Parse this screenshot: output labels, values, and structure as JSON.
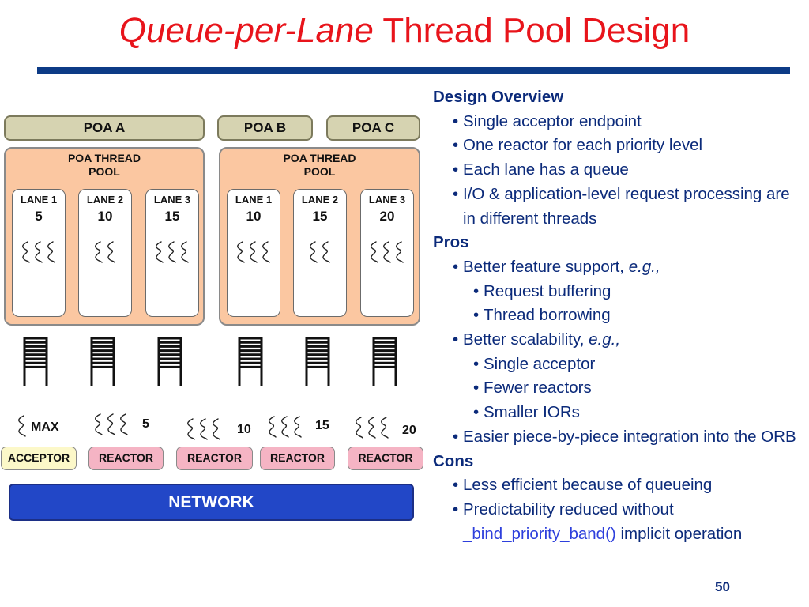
{
  "title": {
    "italic": "Queue-per-Lane",
    "rest": "Thread Pool Design"
  },
  "diagram": {
    "poa_tabs": [
      "POA A",
      "POA B",
      "POA C"
    ],
    "pools": [
      {
        "title_line1": "POA THREAD",
        "title_line2": "POOL",
        "lanes": [
          {
            "label": "LANE 1",
            "priority": "5",
            "threads": 3
          },
          {
            "label": "LANE 2",
            "priority": "10",
            "threads": 2
          },
          {
            "label": "LANE 3",
            "priority": "15",
            "threads": 3
          }
        ]
      },
      {
        "title_line1": "POA THREAD",
        "title_line2": "POOL",
        "lanes": [
          {
            "label": "LANE 1",
            "priority": "10",
            "threads": 3
          },
          {
            "label": "LANE 2",
            "priority": "15",
            "threads": 2
          },
          {
            "label": "LANE 3",
            "priority": "20",
            "threads": 3
          }
        ]
      }
    ],
    "queue_count": 6,
    "acceptor": {
      "label": "ACCEPTOR",
      "thread_label": "MAX",
      "threads": 1
    },
    "reactors": [
      {
        "label": "REACTOR",
        "priority": "5",
        "threads": 3
      },
      {
        "label": "REACTOR",
        "priority": "10",
        "threads": 3
      },
      {
        "label": "REACTOR",
        "priority": "15",
        "threads": 3
      },
      {
        "label": "REACTOR",
        "priority": "20",
        "threads": 3
      }
    ],
    "network": "NETWORK",
    "colors": {
      "pool": "#fbc7a1",
      "poa_tab": "#d6d3b1",
      "acceptor": "#fcf8c9",
      "reactor": "#f5b4c4",
      "network": "#2247c7",
      "title": "#e8141b",
      "text": "#0b2a7a"
    }
  },
  "outline": {
    "design_heading": "Design Overview",
    "design_items": [
      "Single acceptor endpoint",
      "One reactor for each priority level",
      "Each lane has a queue",
      "I/O & application-level request processing are in different threads"
    ],
    "pros_heading": "Pros",
    "pros_feature": "Better feature support,",
    "pros_feature_eg": "e.g.,",
    "pros_feature_items": [
      "Request buffering",
      "Thread borrowing"
    ],
    "pros_scal": "Better scalability,",
    "pros_scal_eg": "e.g.,",
    "pros_scal_items": [
      "Single acceptor",
      "Fewer reactors",
      "Smaller IORs"
    ],
    "pros_integration": "Easier piece-by-piece integration into the ORB",
    "cons_heading": "Cons",
    "cons_item1": "Less efficient because of queueing",
    "cons_item2_pre": "Predictability reduced without",
    "cons_item2_code": "_bind_priority_band()",
    "cons_item2_post": "implicit operation"
  },
  "page_number": "50"
}
